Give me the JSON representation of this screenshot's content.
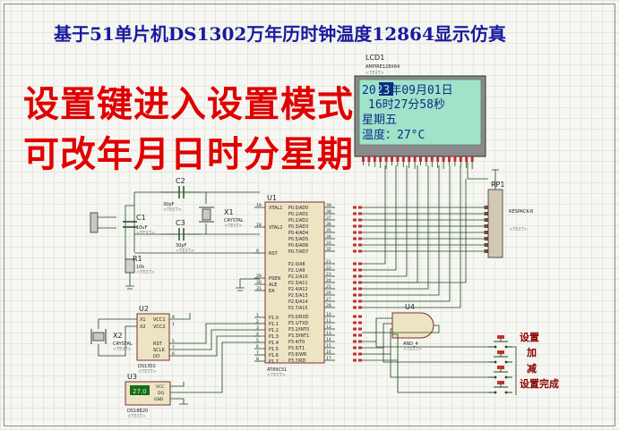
{
  "title": "基于51单片机DS1302万年历时钟温度12864显示仿真",
  "overlay": {
    "line1": "设置键进入设置模式",
    "line2": "可改年月日时分星期"
  },
  "lcd": {
    "ref": "LCD1",
    "part": "AMPIRE128X64",
    "line1_pre": "20",
    "line1_cursor": "23",
    "line1_post": "年09月01日",
    "line2": "16时27分58秒",
    "line3": "星期五",
    "line4": "温度：27°C"
  },
  "components": {
    "u1_ref": "U1",
    "u1_part": "AT89C51",
    "u2_ref": "U2",
    "u2_part": "DS1302",
    "u3_ref": "U3",
    "u3_part": "DS18B20",
    "u3_reading": "27.0",
    "u4_ref": "U4",
    "u4_part": "AND_4",
    "rp1_ref": "RP1",
    "rp1_part": "RESPACK-8",
    "c1_ref": "C1",
    "c1_val": "10uF",
    "c2_ref": "C2",
    "c2_val": "30pF",
    "c3_ref": "C3",
    "c3_val": "30pF",
    "x1_ref": "X1",
    "x1_part": "CRYSTAL",
    "x2_ref": "X2",
    "x2_part": "CRYSTAL",
    "r1_ref": "R1",
    "r1_val": "10k",
    "placeholder": "<TEXT>"
  },
  "u1_pins": {
    "left": [
      "XTAL1",
      "XTAL2",
      "RST",
      "PSEN",
      "ALE",
      "EA",
      "P1.0",
      "P1.1",
      "P1.2",
      "P1.3",
      "P1.4",
      "P1.5",
      "P1.6",
      "P1.7"
    ],
    "left_nums": [
      "19",
      "18",
      "9",
      "29",
      "30",
      "31",
      "1",
      "2",
      "3",
      "4",
      "5",
      "6",
      "7",
      "8"
    ],
    "right_p0": [
      "P0.0/AD0",
      "P0.1/AD1",
      "P0.2/AD2",
      "P0.3/AD3",
      "P0.4/AD4",
      "P0.5/AD5",
      "P0.6/AD6",
      "P0.7/AD7"
    ],
    "right_p0_nums": [
      "39",
      "38",
      "37",
      "36",
      "35",
      "34",
      "33",
      "32"
    ],
    "right_p2": [
      "P2.0/A8",
      "P2.1/A9",
      "P2.2/A10",
      "P2.3/A11",
      "P2.4/A12",
      "P2.5/A13",
      "P2.6/A14",
      "P2.7/A15"
    ],
    "right_p2_nums": [
      "21",
      "22",
      "23",
      "24",
      "25",
      "26",
      "27",
      "28"
    ],
    "right_p3": [
      "P3.0/RXD",
      "P3.1/TXD",
      "P3.2/INT0",
      "P3.3/INT1",
      "P3.4/T0",
      "P3.5/T1",
      "P3.6/WR",
      "P3.7/RD"
    ],
    "right_p3_nums": [
      "10",
      "11",
      "12",
      "13",
      "14",
      "15",
      "16",
      "17"
    ]
  },
  "u2_pins": {
    "left": [
      "X1",
      "X2"
    ],
    "right": [
      "VCC1",
      "VCC2",
      "RST",
      "SCLK",
      "I/O"
    ],
    "right_nums": [
      "8",
      "1",
      "5",
      "7",
      "6"
    ]
  },
  "u3_pins": [
    "VCC",
    "DQ",
    "GND"
  ],
  "buttons": {
    "b1": "设置",
    "b2": "加",
    "b3": "减",
    "b4": "设置完成"
  }
}
